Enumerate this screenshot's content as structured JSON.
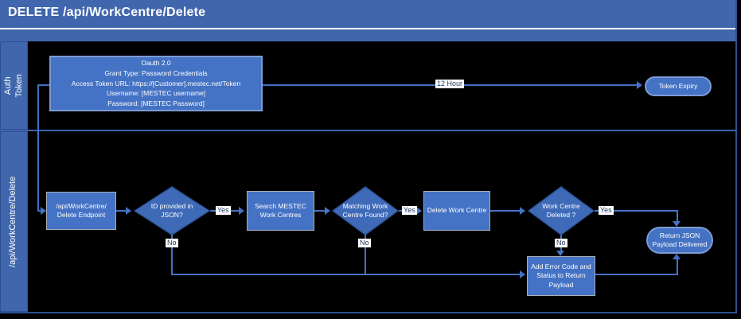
{
  "title": "DELETE /api/WorkCentre/Delete",
  "colors": {
    "background": "#000000",
    "title_band": "#4067AE",
    "shape_fill": "#4472C4",
    "shape_border_light_blue": "#7C9BD4",
    "process_border_gray": "#A9AFB8",
    "decision_fill": "#3E6AB8",
    "connector": "#4472C4",
    "edge_label_text": "#1F3864"
  },
  "lanes": {
    "auth_token": {
      "label": "Auth\nToken"
    },
    "api_delete": {
      "label": "/api/WorkCentre/Delete"
    }
  },
  "auth_flow": {
    "oauth_box": "Oauth 2.0\nGrant Type: Password Credentials\nAccess Token URL: https://[Customer].mestec.net/Token\nUsername: [MESTEC username]\nPassword: [MESTEC Password]",
    "expiry_edge_label": "12 Hour",
    "token_expiry": "Token Expiry"
  },
  "api_flow": {
    "endpoint": "/api/WorkCentre/\nDelete Endpoint",
    "id_provided": "ID provided in\nJSON?",
    "search": "Search MESTEC\nWork Centres",
    "matching_found": "Matching Work\nCentre Found?",
    "delete_wc": "Delete Work Centre",
    "deleted": "Work Centre\nDeleted ?",
    "add_error": "Add Error Code and\nStatus to Return\nPayload",
    "return_payload": "Return JSON\nPayload Delivered",
    "edge_labels": {
      "yes_id": "Yes",
      "yes_found": "Yes",
      "yes_deleted": "Yes",
      "no_id": "No",
      "no_found": "No",
      "no_deleted": "No"
    }
  }
}
